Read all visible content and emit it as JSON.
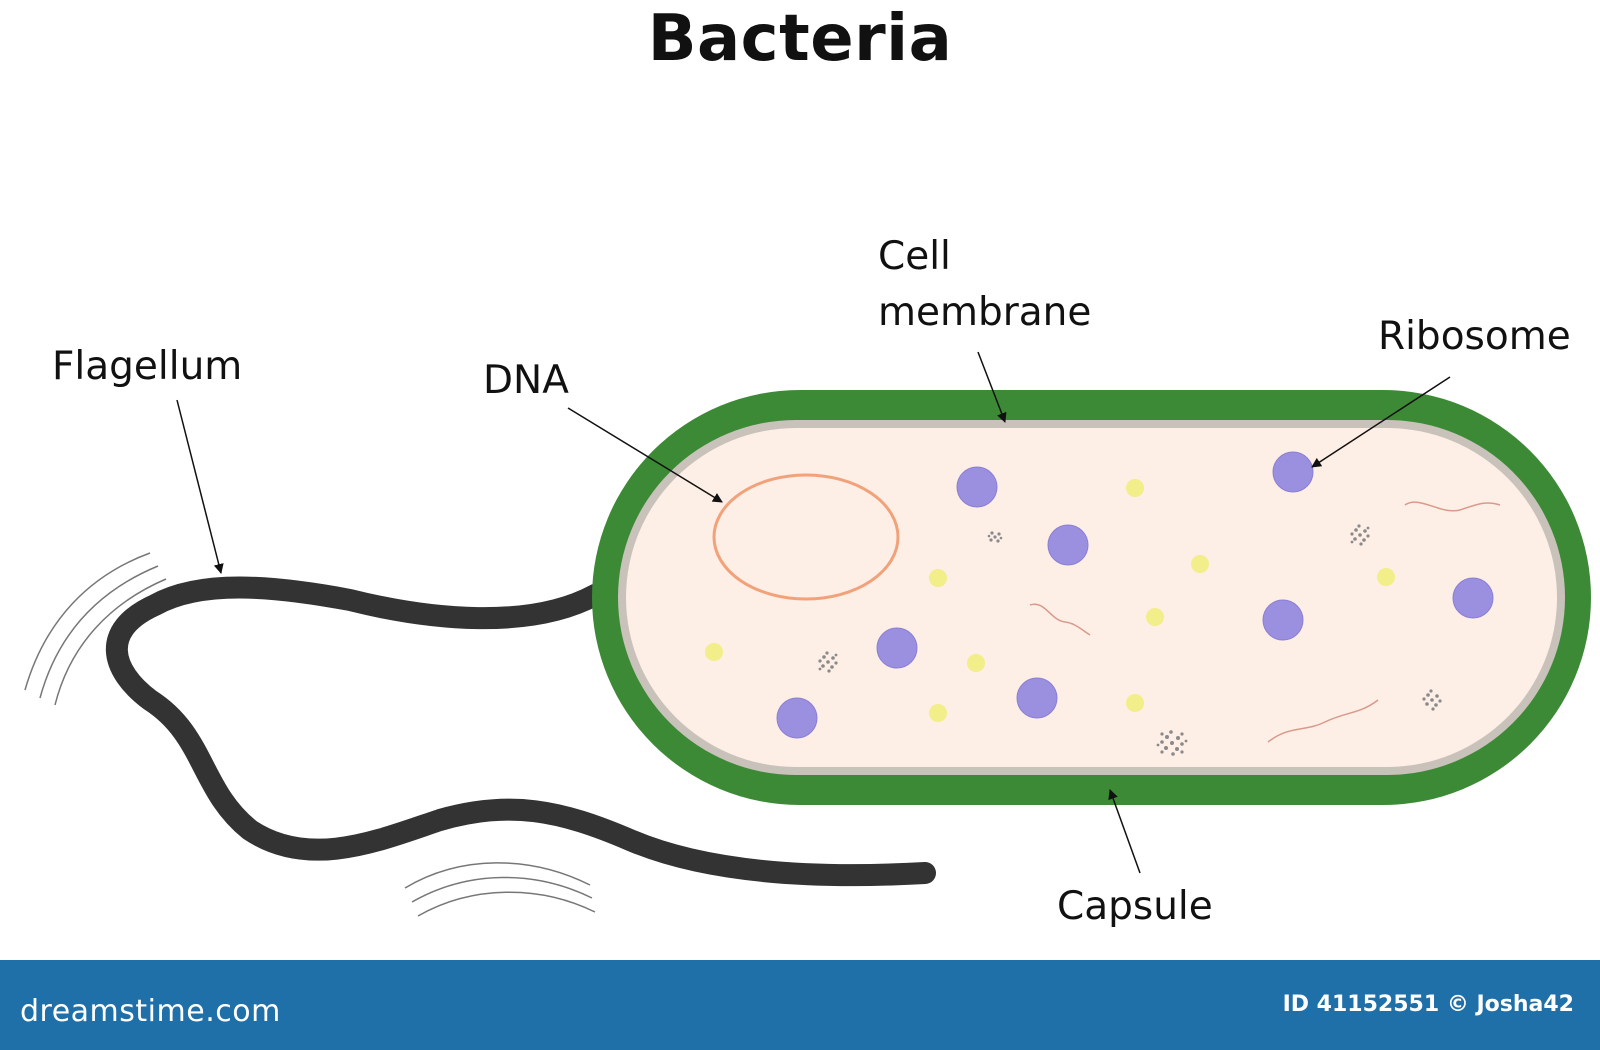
{
  "title": "Bacteria",
  "labels": {
    "flagellum": "Flagellum",
    "dna": "DNA",
    "cell_membrane_line1": "Cell",
    "cell_membrane_line2": "membrane",
    "ribosome": "Ribosome",
    "capsule": "Capsule"
  },
  "footer": {
    "brand": "dreamstime.com",
    "id_label": "ID 41152551",
    "copyright": "© Josha42"
  },
  "colors": {
    "capsule": "#3d8a36",
    "membrane": "#c9c2bb",
    "cytoplasm": "#fdeee6",
    "ribosome": "#9b8fe0",
    "dna": "#f2a27a",
    "flagellum": "#333333",
    "granule": "#f2ee8a",
    "footer": "#1f6fa8"
  }
}
